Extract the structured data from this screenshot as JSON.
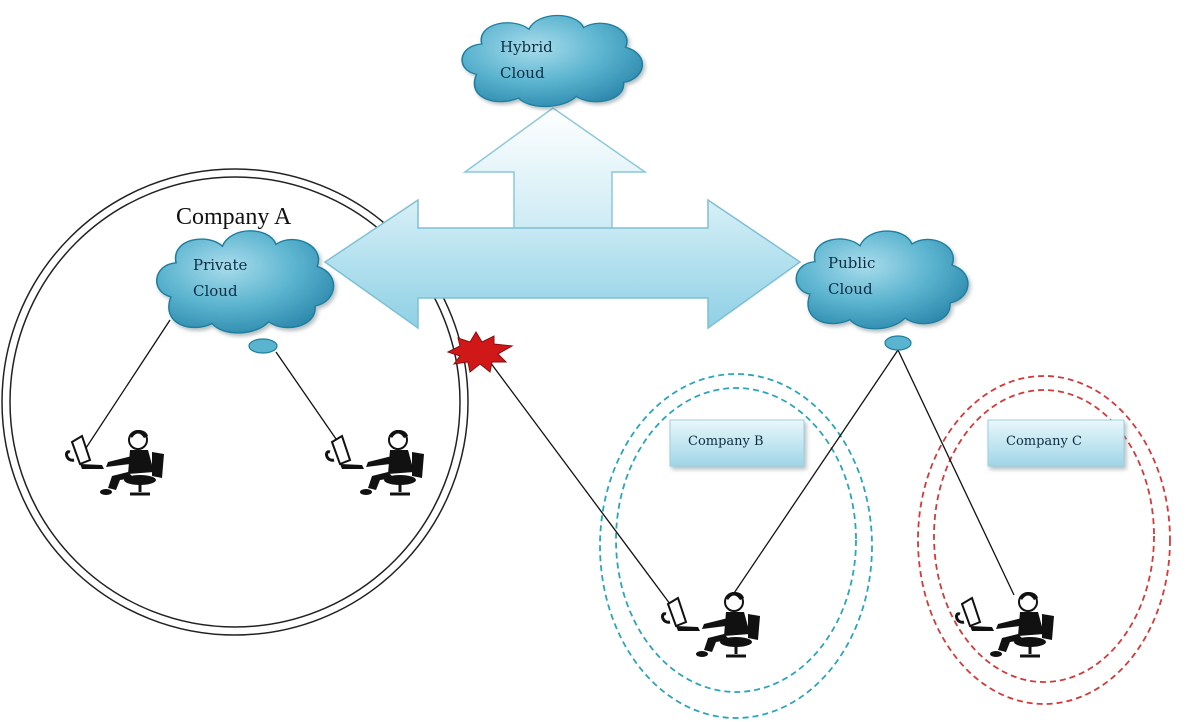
{
  "clouds": {
    "hybrid": {
      "line1": "Hybrid",
      "line2": "Cloud"
    },
    "private": {
      "line1": "Private",
      "line2": "Cloud"
    },
    "public": {
      "line1": "Public",
      "line2": "Cloud"
    }
  },
  "companies": {
    "a": {
      "label": "Company A"
    },
    "b": {
      "label": "Company B"
    },
    "c": {
      "label": "Company C"
    }
  },
  "colors": {
    "cloud_fill": "#5bb4cf",
    "cloud_stroke": "#1f7fa0",
    "arrow_fill": "#b6e2ef",
    "arrow_stroke": "#7fbfd4",
    "company_b_ring": "#2aa6b8",
    "company_c_ring": "#d23a3a",
    "breach_burst": "#d01818"
  }
}
